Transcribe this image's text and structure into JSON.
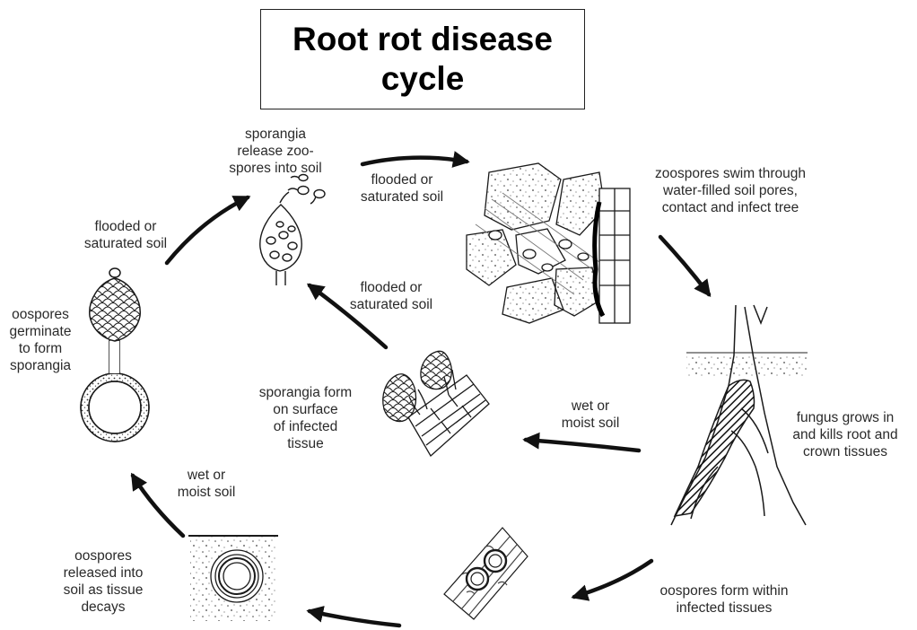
{
  "title": "Root rot disease\ncycle",
  "labels": {
    "sporangia_release": "sporangia\nrelease zoo-\nspores into soil",
    "flooded_top": "flooded or\nsaturated soil",
    "zoospores_swim": "zoospores swim through\nwater-filled soil pores,\ncontact and infect tree",
    "flooded_left": "flooded or\nsaturated soil",
    "flooded_middle": "flooded or\nsaturated soil",
    "oospores_germinate": "oospores\ngerminate\nto form\nsporangia",
    "sporangia_form": "sporangia form\non surface\nof infected\ntissue",
    "wet_moist_right": "wet or\nmoist soil",
    "fungus_grows": "fungus grows in\nand kills root and\ncrown tissues",
    "wet_moist_left": "wet or\nmoist soil",
    "oospores_released": "oospores\nreleased into\nsoil as tissue\ndecays",
    "oospores_form": "oospores form within\ninfected tissues"
  },
  "colors": {
    "ink": "#1a1a1a",
    "label": "#2a2a2a",
    "background": "#ffffff"
  }
}
